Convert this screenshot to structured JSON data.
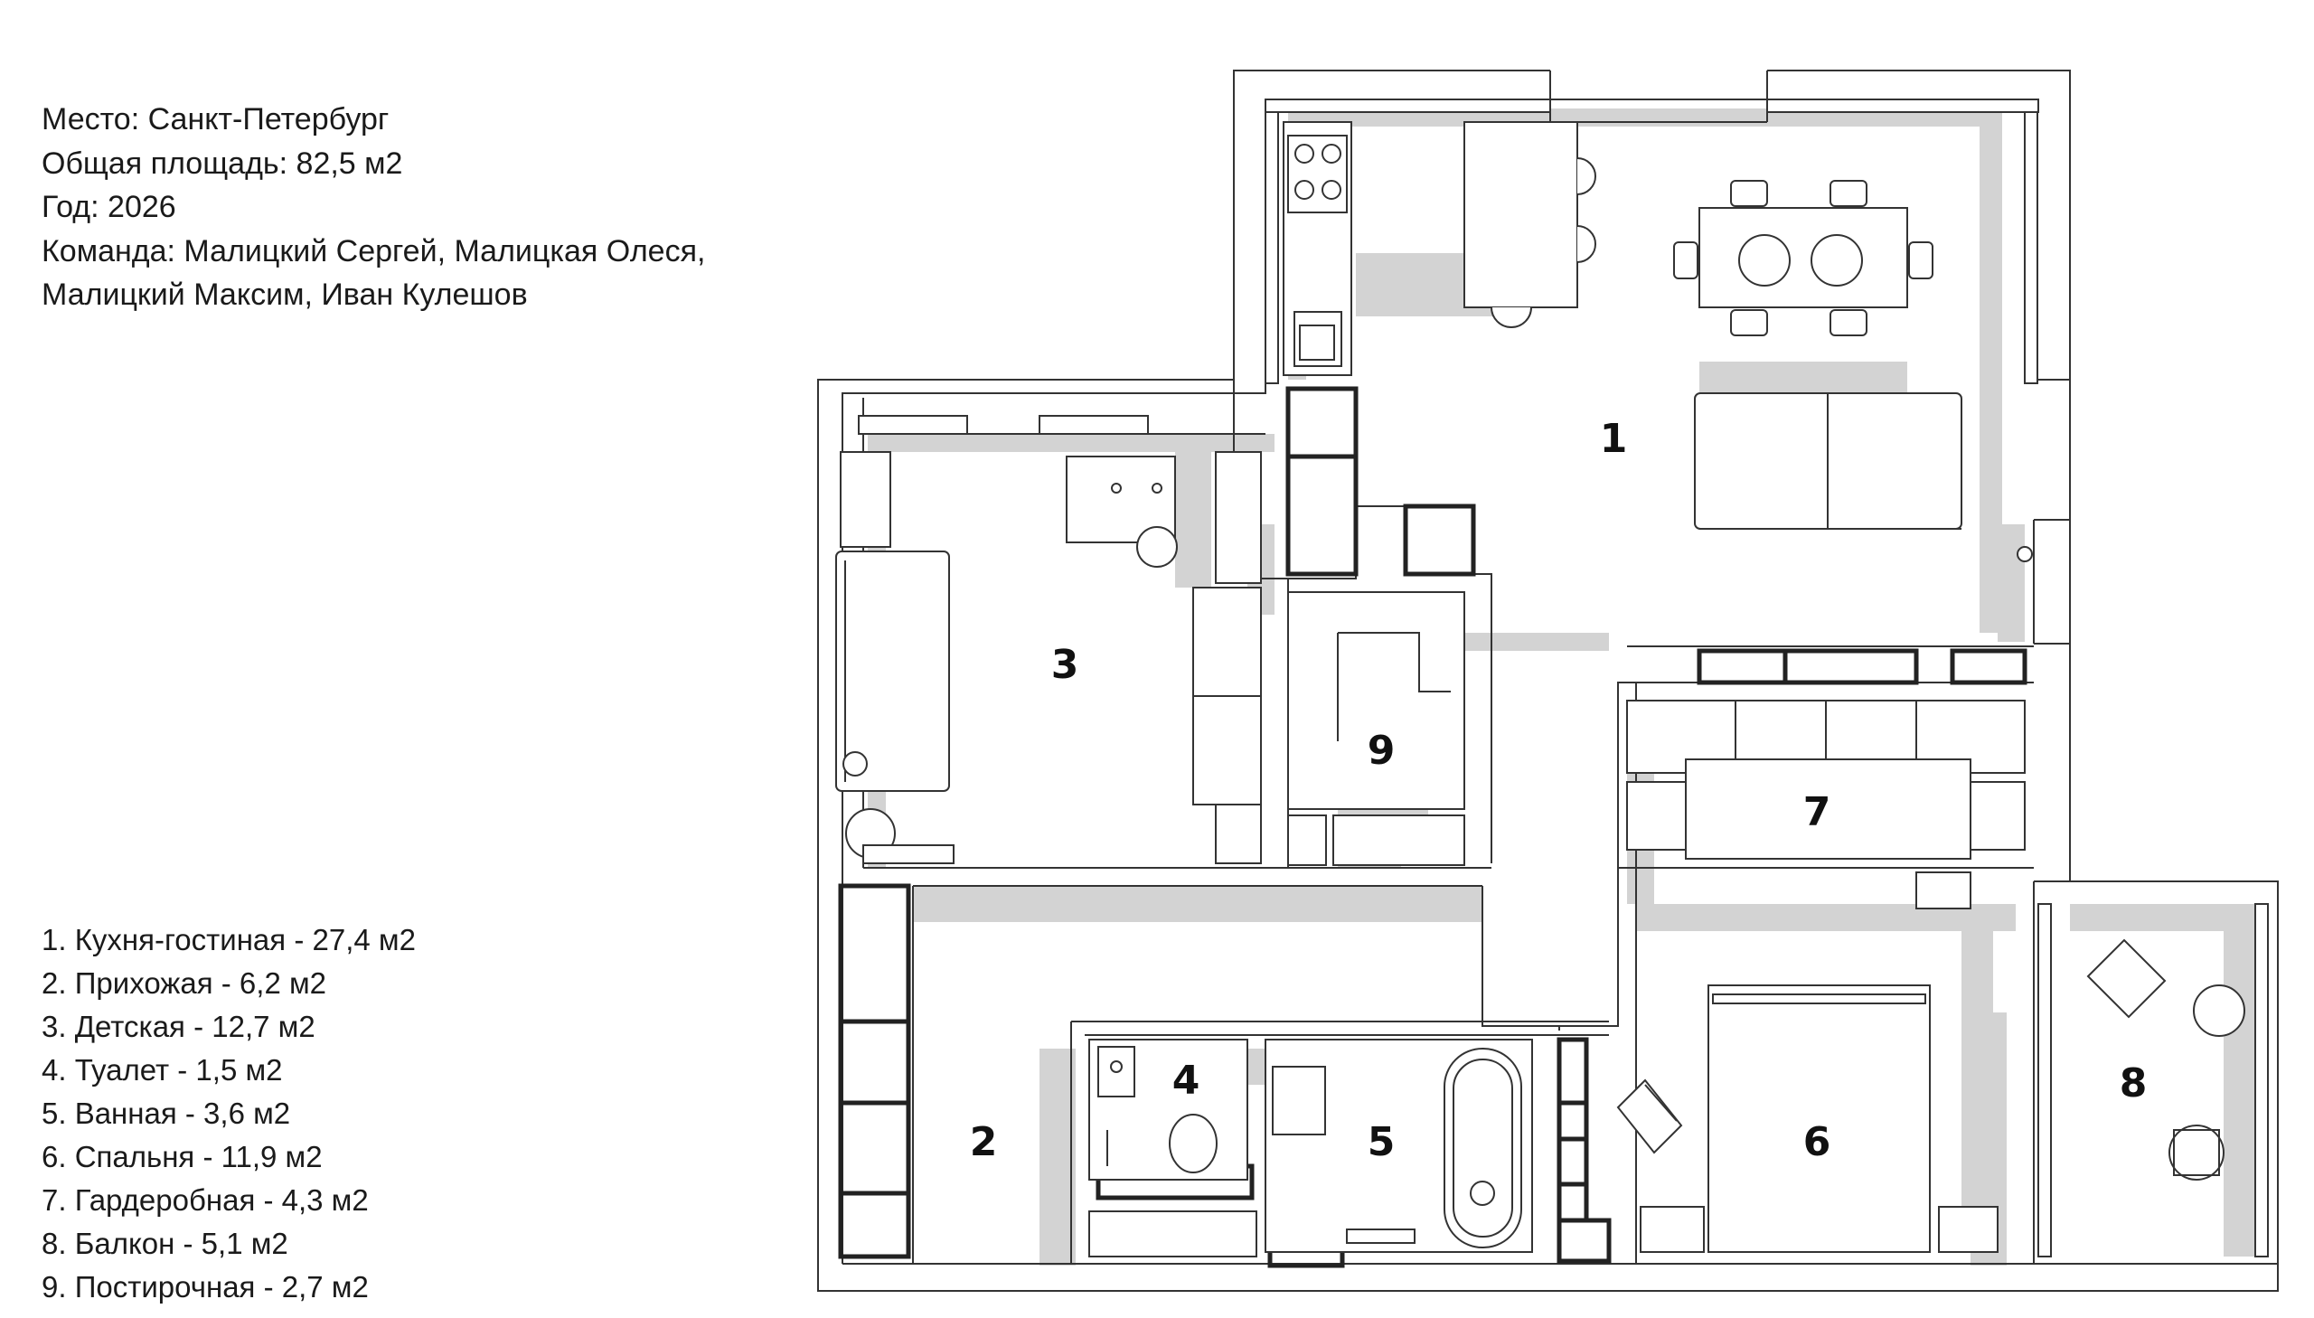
{
  "project": {
    "place": "Место: Санкт-Петербург",
    "area": "Общая площадь: 82,5 м2",
    "year": "Год: 2026",
    "team_line1": "Команда: Малицкий Сергей, Малицкая Олеся,",
    "team_line2": "Малицкий Максим, Иван Кулешов"
  },
  "legend": [
    "1. Кухня-гостиная - 27,4 м2",
    "2. Прихожая - 6,2 м2",
    "3. Детская - 12,7 м2",
    "4. Туалет - 1,5 м2",
    "5. Ванная - 3,6 м2",
    "6. Спальня - 11,9 м2",
    "7. Гардеробная - 4,3 м2",
    "8. Балкон - 5,1 м2",
    "9. Постирочная - 2,7 м2"
  ],
  "room_numbers": [
    "1",
    "2",
    "3",
    "4",
    "5",
    "6",
    "7",
    "8",
    "9"
  ]
}
